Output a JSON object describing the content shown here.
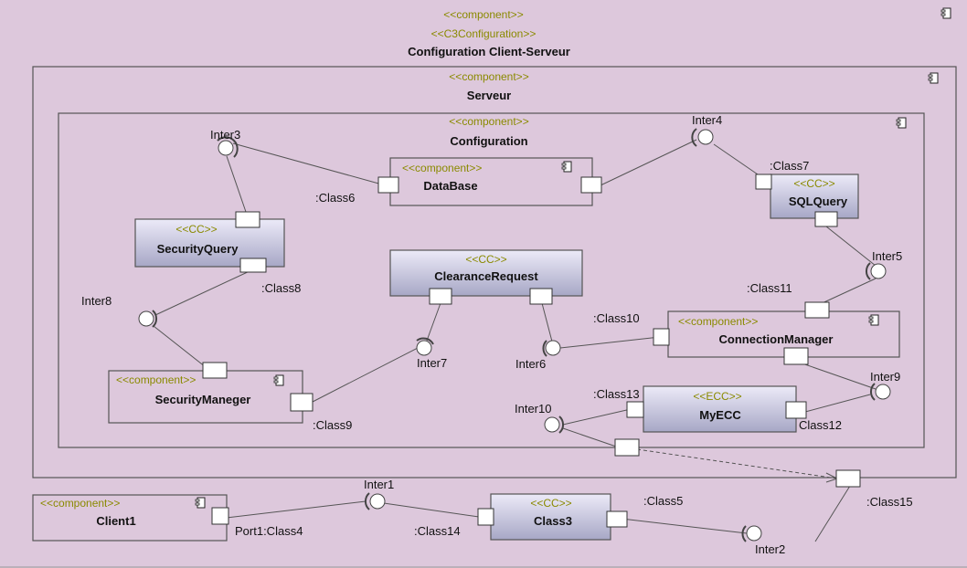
{
  "stereotypes": {
    "component": "<<component>>",
    "c3config": "<<C3Configuration>>",
    "cc": "<<CC>>",
    "ecc": "<<ECC>>"
  },
  "outer": {
    "title": "Configuration Client-Serveur"
  },
  "serveur": {
    "title": "Serveur"
  },
  "configuration": {
    "title": "Configuration"
  },
  "components": {
    "database": "DataBase",
    "sqlquery": "SQLQuery",
    "securityquery": "SecurityQuery",
    "clearancerequest": "ClearanceRequest",
    "connectionmanager": "ConnectionManager",
    "securitymanager": "SecurityManeger",
    "myecc": "MyECC",
    "client1": "Client1",
    "class3": "Class3"
  },
  "interfaces": {
    "inter1": "Inter1",
    "inter2": "Inter2",
    "inter3": "Inter3",
    "inter4": "Inter4",
    "inter5": "Inter5",
    "inter6": "Inter6",
    "inter7": "Inter7",
    "inter8": "Inter8",
    "inter9": "Inter9",
    "inter10": "Inter10"
  },
  "ports": {
    "class5": ":Class5",
    "class6": ":Class6",
    "class7": ":Class7",
    "class8": ":Class8",
    "class9": ":Class9",
    "class10": ":Class10",
    "class11": ":Class11",
    "class12": "Class12",
    "class13": ":Class13",
    "class14": ":Class14",
    "class15": ":Class15",
    "port1": "Port1:Class4"
  },
  "colors": {
    "background": "#ddc8dc",
    "stereotype": "#8a8a00",
    "cc_gradient_top": "#e8e6f7",
    "cc_gradient_bottom": "#a9a9c8"
  }
}
